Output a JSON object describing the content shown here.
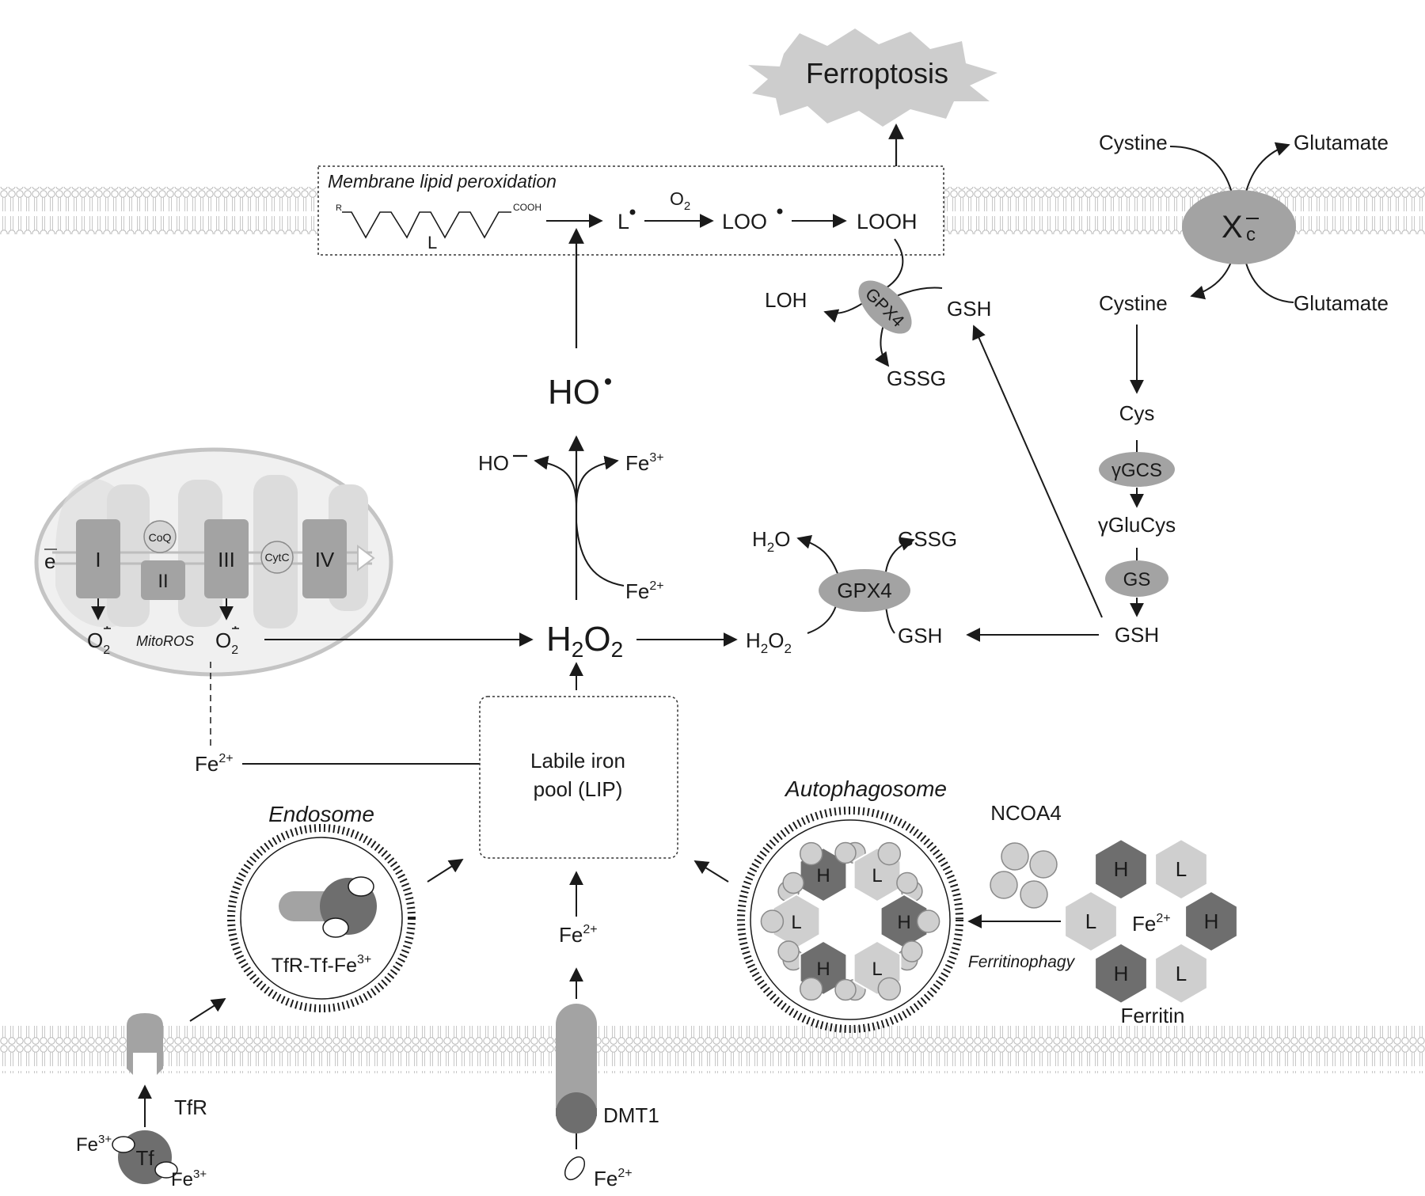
{
  "ferroptosis": "Ferroptosis",
  "membrane": {
    "title": "Membrane lipid peroxidation",
    "R": "R",
    "COOH": "COOH",
    "L": "L",
    "L_radical": "L",
    "O2": "O",
    "O2_sub": "2",
    "LOO": "LOO",
    "LOOH": "LOOH"
  },
  "gpx4_top": {
    "enzyme": "GPX4",
    "LOH": "LOH",
    "GSH": "GSH",
    "GSSG": "GSSG"
  },
  "xc": {
    "label": "X",
    "sub": "c",
    "cystine_out": "Cystine",
    "glutamate_out": "Glutamate",
    "cystine_in": "Cystine",
    "glutamate_in": "Glutamate"
  },
  "gsh_pathway": {
    "cys": "Cys",
    "ygcs": "γGCS",
    "yglucys": "γGluCys",
    "gs": "GS",
    "gsh": "GSH"
  },
  "fenton": {
    "HO_radical": "HO",
    "HO_minus": "HO",
    "fe3": "Fe",
    "fe3_sup": "3+",
    "fe2": "Fe",
    "fe2_sup": "2+",
    "H2O2": "H",
    "H2O2_a": "2",
    "H2O2_b": "O",
    "H2O2_c": "2"
  },
  "gpx4_mid": {
    "enzyme": "GPX4",
    "H2O": "H",
    "H2O_sub": "2",
    "H2O_o": "O",
    "GSSG": "GSSG",
    "H2O2_h": "H",
    "H2O2_2": "2",
    "H2O2_o": "O",
    "H2O2_2b": "2",
    "GSH": "GSH"
  },
  "mito": {
    "e": "e",
    "complexes": [
      "I",
      "II",
      "III",
      "IV"
    ],
    "coq": "CoQ",
    "cytc": "CytC",
    "o2_left": "O",
    "o2_right": "O",
    "o2_sub": "2",
    "mitoros": "MitoROS",
    "fe2": "Fe",
    "fe2_sup": "2+"
  },
  "lip": {
    "line1": "Labile iron",
    "line2": "pool (LIP)"
  },
  "endosome": {
    "title": "Endosome",
    "label": "TfR-Tf-Fe",
    "sup": "3+"
  },
  "autophagosome": {
    "title": "Autophagosome",
    "hex_labels": [
      "H",
      "L",
      "L",
      "H",
      "H",
      "L"
    ]
  },
  "ncoa4": "NCOA4",
  "ferritinophagy": "Ferritinophagy",
  "ferritin": {
    "label": "Ferritin",
    "center": "Fe",
    "center_sup": "2+",
    "hex_labels": [
      "H",
      "L",
      "L",
      "H",
      "H",
      "L"
    ]
  },
  "dmt1": {
    "label": "DMT1",
    "fe2_top": "Fe",
    "fe2_bottom": "Fe",
    "sup": "2+"
  },
  "tfr": {
    "label": "TfR",
    "tf": "Tf",
    "fe3": "Fe",
    "sup": "3+"
  },
  "colors": {
    "dark": "#1a1a1a",
    "mid_gray": "#9a9a9a",
    "dark_gray": "#6e6e6e",
    "light_gray": "#cfcfcf"
  }
}
